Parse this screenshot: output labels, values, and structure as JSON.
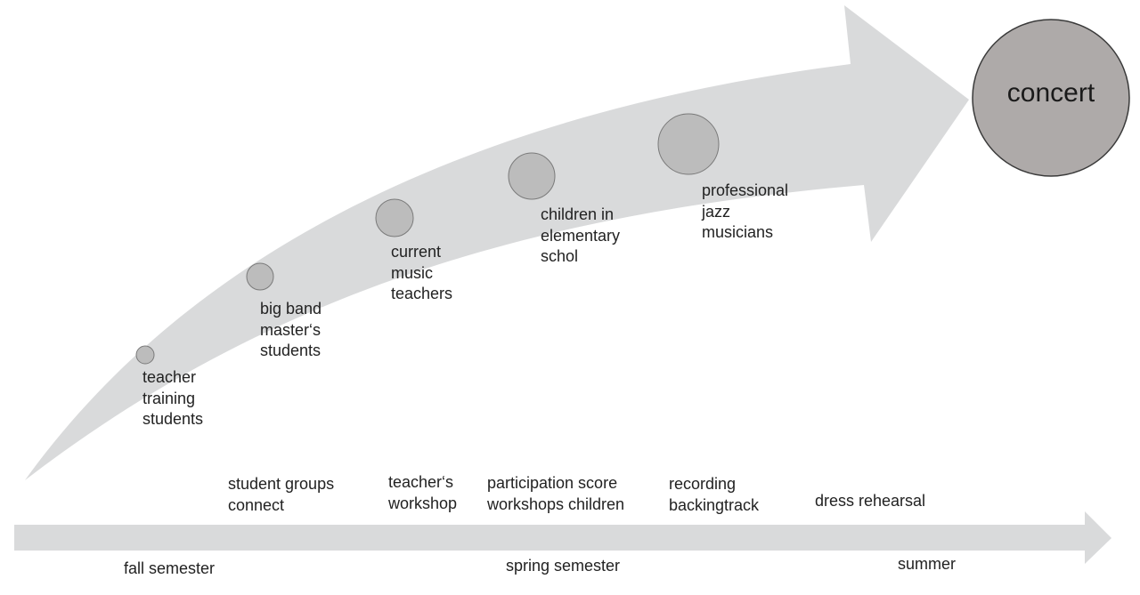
{
  "goal": {
    "label": "concert"
  },
  "participants": [
    {
      "lines": [
        "teacher",
        "training",
        "students"
      ]
    },
    {
      "lines": [
        "big band",
        "master‘s",
        "students"
      ]
    },
    {
      "lines": [
        "current",
        "music",
        "teachers"
      ]
    },
    {
      "lines": [
        "children in",
        "elementary",
        "schol"
      ]
    },
    {
      "lines": [
        "professional",
        "jazz",
        "musicians"
      ]
    }
  ],
  "activities": [
    {
      "lines": [
        "student groups",
        "connect"
      ]
    },
    {
      "lines": [
        "teacher‘s",
        "workshop"
      ]
    },
    {
      "lines": [
        "participation score",
        "workshops children"
      ]
    },
    {
      "lines": [
        "recording",
        "backingtrack"
      ]
    },
    {
      "lines": [
        "dress rehearsal"
      ]
    }
  ],
  "periods": [
    {
      "label": "fall semester"
    },
    {
      "label": "spring semester"
    },
    {
      "label": "summer"
    }
  ],
  "colors": {
    "arrow": "#d9dadb",
    "node_fill": "#bcbcbc",
    "node_stroke": "#7a7a7a",
    "goal_fill": "#aeaaa9",
    "goal_stroke": "#3a3a3a",
    "text": "#222222"
  }
}
